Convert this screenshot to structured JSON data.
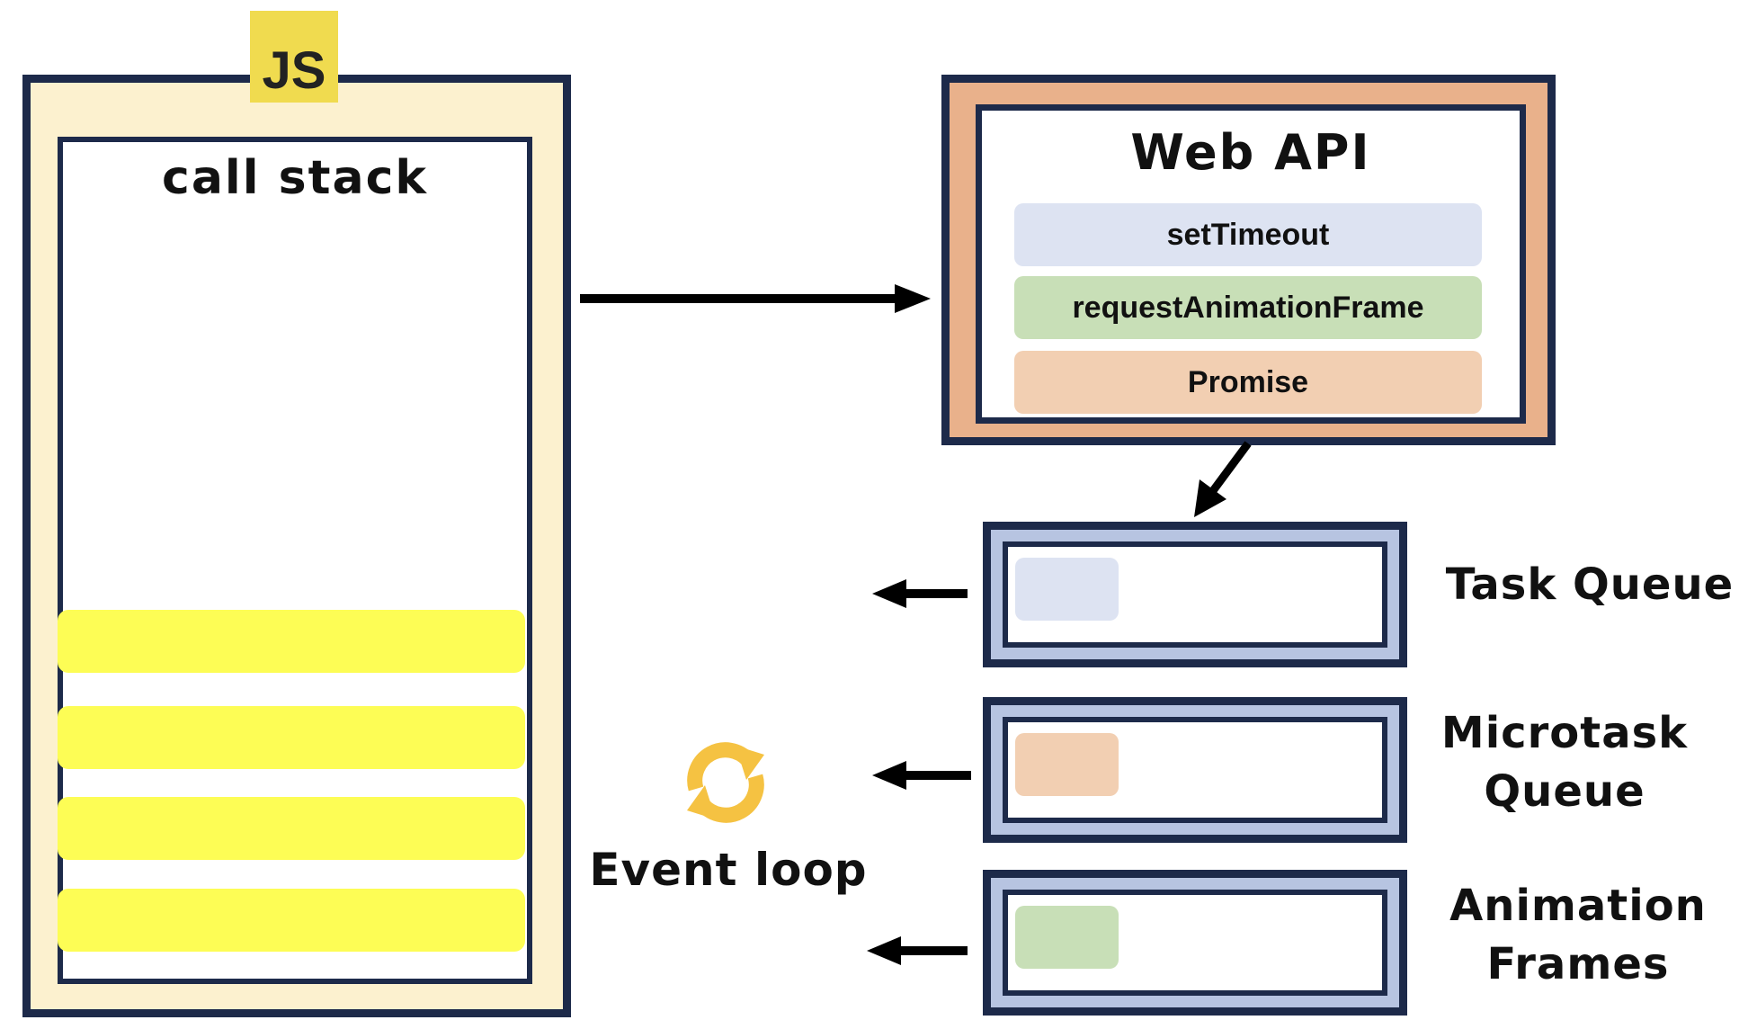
{
  "badge": {
    "label": "JS"
  },
  "call_stack": {
    "title": "call stack",
    "frames": 4
  },
  "web_api": {
    "title": "Web API",
    "apis": [
      {
        "label": "setTimeout",
        "color": "#dde3f2"
      },
      {
        "label": "requestAnimationFrame",
        "color": "#c8dfb7"
      },
      {
        "label": "Promise",
        "color": "#f2cfb2"
      }
    ]
  },
  "queues": [
    {
      "label_line1": "Task Queue",
      "label_line2": "",
      "chip_color": "#dde3f2"
    },
    {
      "label_line1": "Microtask",
      "label_line2": "Queue",
      "chip_color": "#f2cfb2"
    },
    {
      "label_line1": "Animation",
      "label_line2": "Frames",
      "chip_color": "#c8dfb7"
    }
  ],
  "event_loop": {
    "label": "Event loop",
    "icon": "refresh-icon",
    "icon_color": "#f5c242"
  },
  "colors": {
    "border": "#1d2a4a",
    "stack_frame": "#fdfd55",
    "call_stack_bg": "#fcf1cf",
    "web_api_bg": "#e9b18b",
    "queue_bg": "#b7c4e1"
  }
}
